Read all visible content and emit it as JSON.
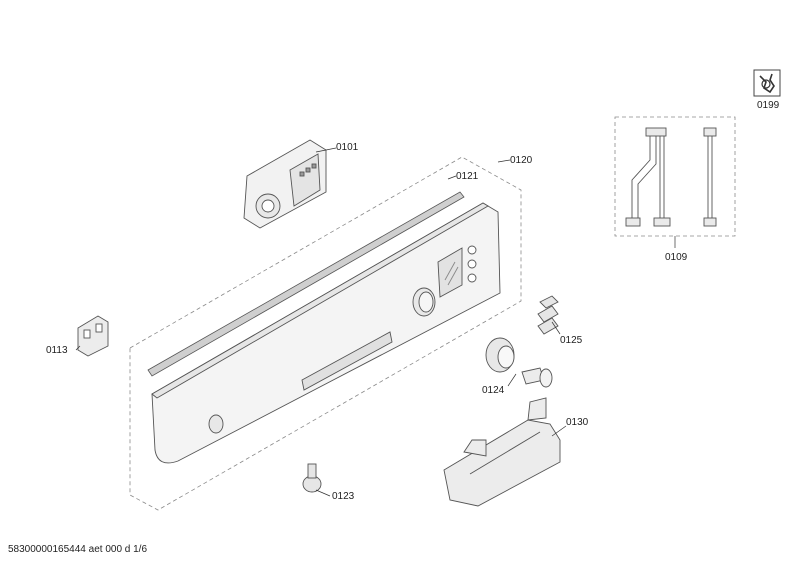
{
  "parts": {
    "p0101": "0101",
    "p0120": "0120",
    "p0121": "0121",
    "p0109": "0109",
    "p0113": "0113",
    "p0199": "0199",
    "p0125": "0125",
    "p0124": "0124",
    "p0130": "0130",
    "p0123": "0123"
  },
  "footer": "58300000165444 aet 000 d 1/6"
}
